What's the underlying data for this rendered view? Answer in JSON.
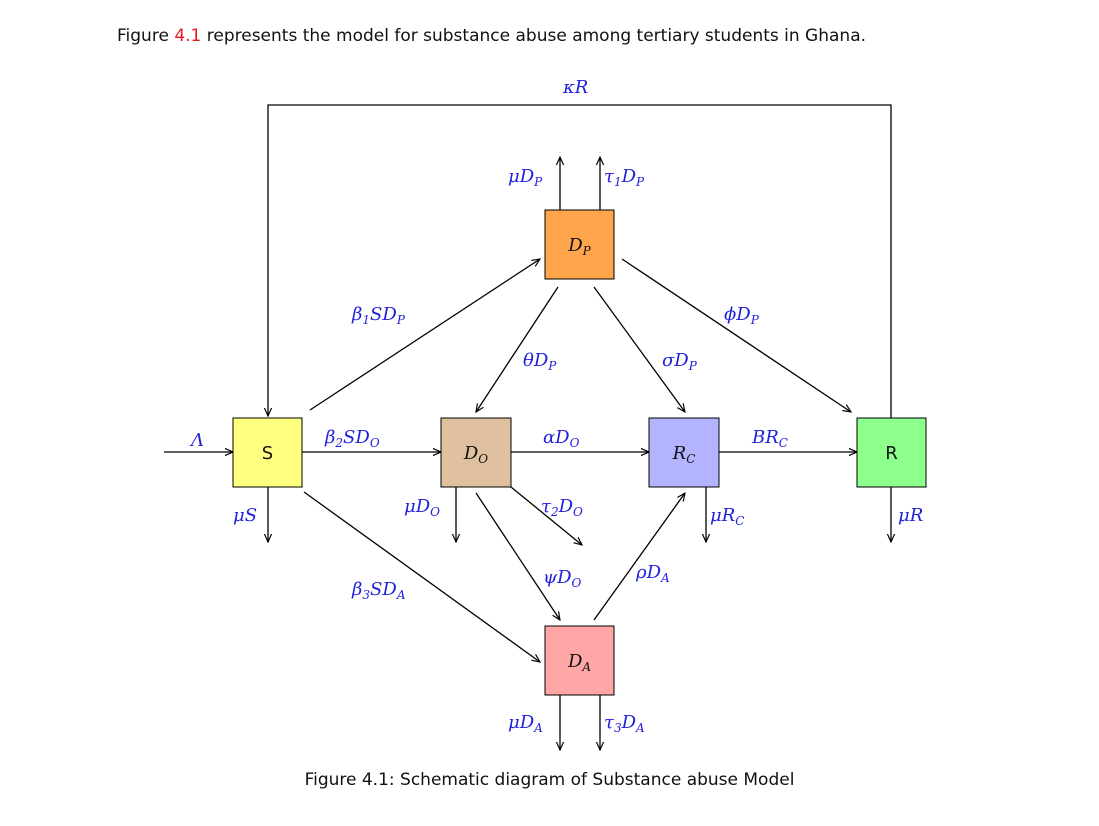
{
  "intro": {
    "before": "Figure ",
    "ref": "4.1",
    "after": " represents the model for substance abuse among tertiary students in Ghana."
  },
  "compartments": {
    "S": {
      "label": "S",
      "color": "#ffff80"
    },
    "DP": {
      "label": "D",
      "sub": "P",
      "color": "#ffa64d"
    },
    "DO": {
      "label": "D",
      "sub": "O",
      "color": "#dfc09f"
    },
    "RC": {
      "label": "R",
      "sub": "C",
      "color": "#b3b3ff"
    },
    "R": {
      "label": "R",
      "color": "#8cff8c"
    },
    "DA": {
      "label": "D",
      "sub": "A",
      "color": "#ffa6a6"
    }
  },
  "rates": {
    "kappaR": {
      "main": "κR"
    },
    "muDP": {
      "main": "μD",
      "sub": "P"
    },
    "tau1DP": {
      "main": "τ",
      "sub1": "1",
      "main2": "D",
      "sub": "P"
    },
    "beta1SDP": {
      "main": "β",
      "sub1": "1",
      "main2": "SD",
      "sub": "P"
    },
    "phiDP": {
      "main": "ϕD",
      "sub": "P"
    },
    "thetaDP": {
      "main": "θD",
      "sub": "P"
    },
    "sigmaDP": {
      "main": "σD",
      "sub": "P"
    },
    "Lambda": {
      "main": "Λ"
    },
    "beta2SDO": {
      "main": "β",
      "sub1": "2",
      "main2": "SD",
      "sub": "O"
    },
    "alphaDO": {
      "main": "αD",
      "sub": "O"
    },
    "BRC": {
      "main": "BR",
      "sub": "C"
    },
    "muS": {
      "main": "μS"
    },
    "muDO": {
      "main": "μD",
      "sub": "O"
    },
    "tau2DO": {
      "main": "τ",
      "sub1": "2",
      "main2": "D",
      "sub": "O"
    },
    "muRC": {
      "main": "μR",
      "sub": "C"
    },
    "muR": {
      "main": "μR"
    },
    "psiDO": {
      "main": "ψD",
      "sub": "O"
    },
    "rhoDA": {
      "main": "ρD",
      "sub": "A"
    },
    "beta3SDA": {
      "main": "β",
      "sub1": "3",
      "main2": "SD",
      "sub": "A"
    },
    "muDA": {
      "main": "μD",
      "sub": "A"
    },
    "tau3DA": {
      "main": "τ",
      "sub1": "3",
      "main2": "D",
      "sub": "A"
    }
  },
  "caption": "Figure 4.1: Schematic diagram of Substance abuse Model",
  "colors": {
    "rate_text": "#2020dd",
    "ref_text": "#e8191c",
    "edge": "#000000"
  }
}
